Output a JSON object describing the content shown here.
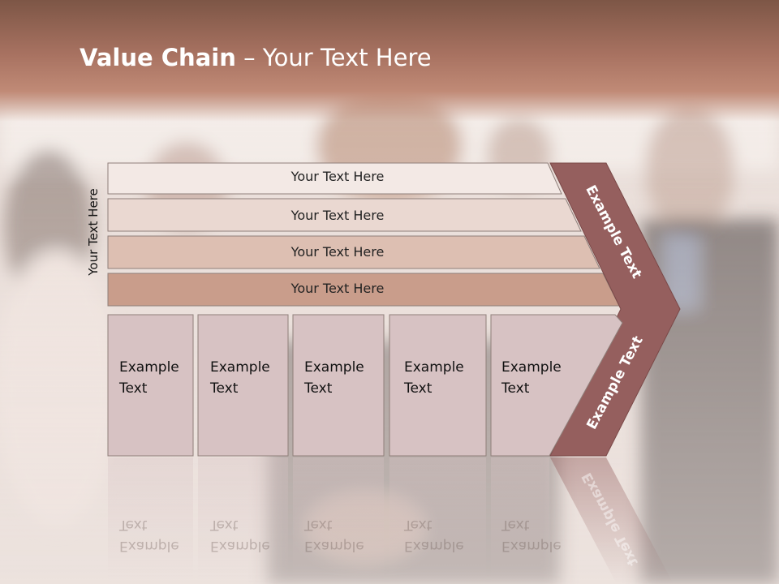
{
  "slide": {
    "title_bold": "Value Chain",
    "title_rest": " – Your Text Here",
    "side_label": "Your Text Here",
    "rows": [
      {
        "label": "Your Text Here",
        "fill": "#f3e9e5"
      },
      {
        "label": "Your Text Here",
        "fill": "#ead8d1"
      },
      {
        "label": "Your Text Here",
        "fill": "#ddbfb2"
      },
      {
        "label": "Your Text Here",
        "fill": "#c99d8b"
      }
    ],
    "cells": [
      {
        "line1": "Example",
        "line2": "Text"
      },
      {
        "line1": "Example",
        "line2": "Text"
      },
      {
        "line1": "Example",
        "line2": "Text"
      },
      {
        "line1": "Example",
        "line2": "Text"
      },
      {
        "line1": "Example",
        "line2": "Text"
      }
    ],
    "arrow_upper": "Example Text",
    "arrow_lower": "Example Text",
    "colors": {
      "header": "#a87261",
      "arrow": "#955f5e",
      "cell": "#d7c2c3"
    }
  }
}
